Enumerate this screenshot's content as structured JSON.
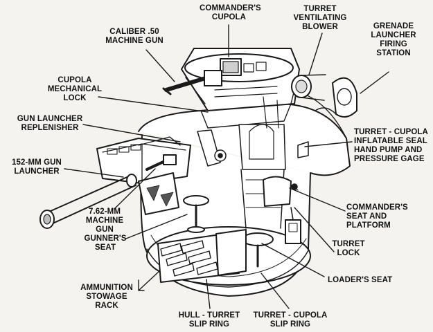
{
  "labels": {
    "commanders_cupola": "COMMANDER'S\nCUPOLA",
    "caliber_50_machine_gun": "CALIBER .50\nMACHINE GUN",
    "turret_ventilating_blower": "TURRET\nVENTILATING\nBLOWER",
    "grenade_launcher_firing_station": "GRENADE\nLAUNCHER\nFIRING\nSTATION",
    "cupola_mechanical_lock": "CUPOLA\nMECHANICAL\nLOCK",
    "gun_launcher_replenisher": "GUN LAUNCHER\nREPLENISHER",
    "turret_cupola_inflatable_seal": "TURRET - CUPOLA\nINFLATABLE SEAL\nHAND PUMP AND\nPRESSURE GAGE",
    "gun_launcher_152mm": "152-MM GUN\nLAUNCHER",
    "machine_gun_762mm": "7.62-MM\nMACHINE GUN",
    "commanders_seat_platform": "COMMANDER'S\nSEAT AND\nPLATFORM",
    "gunners_seat": "GUNNER'S\nSEAT",
    "turret_lock": "TURRET\nLOCK",
    "ammunition_stowage_rack": "AMMUNITION\nSTOWAGE\nRACK",
    "loaders_seat": "LOADER'S SEAT",
    "hull_turret_slip_ring": "HULL - TURRET\nSLIP RING",
    "turret_cupola_slip_ring": "TURRET - CUPOLA\nSLIP RING"
  }
}
